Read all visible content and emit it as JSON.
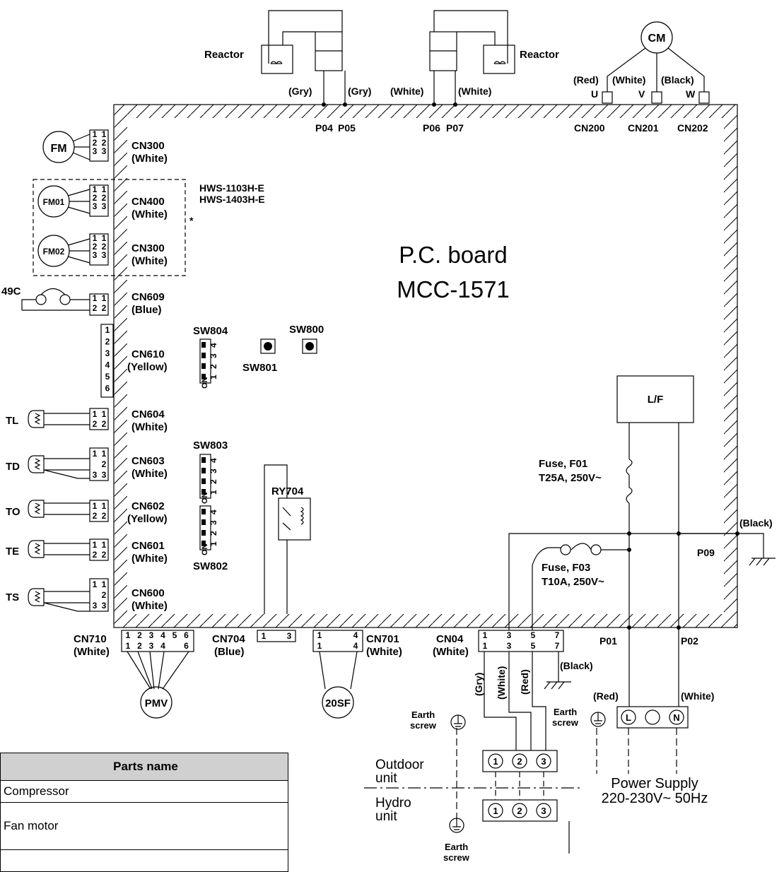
{
  "board": {
    "title_line1": "P.C. board",
    "title_line2": "MCC-1571"
  },
  "top_components": {
    "reactor_label_left": "Reactor",
    "reactor_label_right": "Reactor",
    "wire_p04": "(Gry)",
    "wire_p05": "(Gry)",
    "wire_p06": "(White)",
    "wire_p07": "(White)",
    "p04": "P04",
    "p05": "P05",
    "p06": "P06",
    "p07": "P07",
    "cm": "CM",
    "cm_wire_u": "(Red)",
    "cm_wire_v": "(White)",
    "cm_wire_w": "(Black)",
    "u": "U",
    "v": "V",
    "w": "W",
    "cn200": "CN200",
    "cn201": "CN201",
    "cn202": "CN202"
  },
  "left_components": {
    "fm": "FM",
    "fm_cn": "CN300",
    "fm_color": "(White)",
    "models_line1": "HWS-1103H-E",
    "models_line2": "HWS-1403H-E",
    "asterisk": "*",
    "fm01": "FM01",
    "fm01_cn": "CN400",
    "fm01_color": "(White)",
    "fm02": "FM02",
    "fm02_cn": "CN300",
    "fm02_color": "(White)",
    "c49": "49C",
    "cn609": "CN609",
    "cn609_color": "(Blue)",
    "cn610": "CN610",
    "cn610_color": "(Yellow)",
    "tl": "TL",
    "cn604": "CN604",
    "cn604_color": "(White)",
    "td": "TD",
    "cn603": "CN603",
    "cn603_color": "(White)",
    "to": "TO",
    "cn602": "CN602",
    "cn602_color": "(Yellow)",
    "te": "TE",
    "cn601": "CN601",
    "cn601_color": "(White)",
    "ts": "TS",
    "cn600": "CN600",
    "cn600_color": "(White)"
  },
  "switches": {
    "sw804": "SW804",
    "sw800": "SW800",
    "sw801": "SW801",
    "sw803": "SW803",
    "sw802": "SW802",
    "on": "ON",
    "ry704": "RY704"
  },
  "bottom_components": {
    "cn710": "CN710",
    "cn710_color": "(White)",
    "pmv": "PMV",
    "cn704": "CN704",
    "cn704_color": "(Blue)",
    "cn701": "CN701",
    "cn701_color": "(White)",
    "sf20": "20SF",
    "cn04": "CN04",
    "cn04_color": "(White)",
    "wire_gry": "(Gry)",
    "wire_white": "(White)",
    "wire_red": "(Red)",
    "wire_black": "(Black)"
  },
  "power": {
    "lf": "L/F",
    "fuse_f01_line1": "Fuse, F01",
    "fuse_f01_line2": "T25A, 250V~",
    "fuse_f03_line1": "Fuse, F03",
    "fuse_f03_line2": "T10A, 250V~",
    "p09": "P09",
    "p09_wire": "(Black)",
    "p01": "P01",
    "p02": "P02",
    "red": "(Red)",
    "white": "(White)",
    "earth_line1": "Earth",
    "earth_line2": "screw",
    "l": "L",
    "n": "N",
    "supply_line1": "Power Supply",
    "supply_line2": "220-230V~ 50Hz"
  },
  "terminals": {
    "outdoor_line1": "Outdoor",
    "outdoor_line2": "unit",
    "hydro_line1": "Hydro",
    "hydro_line2": "unit",
    "t1": "1",
    "t2": "2",
    "t3": "3"
  },
  "parts_table": {
    "header": "Parts name",
    "rows": [
      "Compressor",
      "Fan motor"
    ]
  }
}
